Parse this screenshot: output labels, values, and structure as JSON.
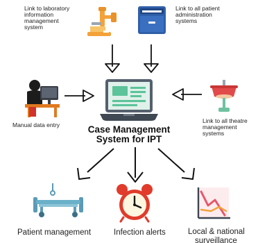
{
  "center": {
    "title_line1": "Case Management",
    "title_line2": "System for IPT"
  },
  "inputs": {
    "lab": "Link to laboratory information management system",
    "lab_lines": [
      "Link to laboratory",
      "information",
      "management",
      "system"
    ],
    "patient_admin_lines": [
      "Link to all patient",
      "administration",
      "systems"
    ],
    "manual_entry": "Manual data entry",
    "theatre_lines": [
      "Link to all theatre",
      "management",
      "systems"
    ]
  },
  "outputs": {
    "patient_management": "Patient management",
    "infection_alerts": "Infection alerts",
    "surveillance_lines": [
      "Local & national",
      "surveillance"
    ]
  },
  "colors": {
    "laptop_body": "#55606e",
    "laptop_screen": "#dff1ea",
    "accent_green": "#5cc39a",
    "orange": "#f3a23a",
    "blue": "#2f5fa8",
    "alarm_red": "#e03b2b",
    "chart_pink": "#e9556b"
  }
}
